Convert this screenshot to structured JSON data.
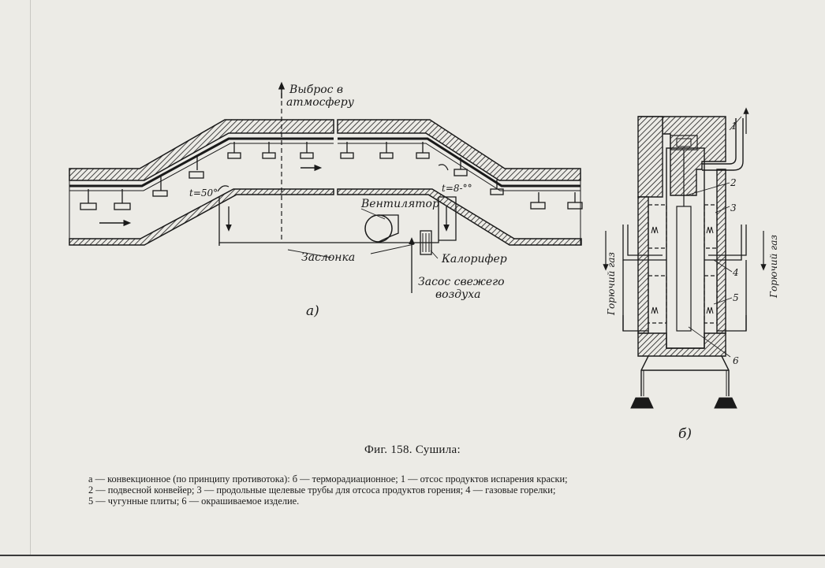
{
  "figure": {
    "title": "Фиг. 158. Сушила:",
    "caption": [
      "а — конвекционное (по принципу противотока): б — терморадиационное; 1 — отсос продуктов испарения краски;",
      "2 — подвесной конвейер;  3 — продольные щелевые трубы для  отсоса  продуктов горения; 4 — газовые горелки;",
      "5 — чугунные плиты; 6 — окрашиваемое изделие."
    ]
  },
  "diagram_a": {
    "label": "а)",
    "exhaust_label": [
      "Выброс в",
      "атмосферу"
    ],
    "temp_left": "t=50°",
    "temp_right": "t=8-°°",
    "fan_label": "Вентилятор",
    "damper_label": "Заслонка",
    "heater_label": "Калорифер",
    "intake_label": [
      "Засос свежего",
      "воздуха"
    ]
  },
  "diagram_b": {
    "label": "б)",
    "gas_left": "Горючий газ",
    "gas_right": "Горючий газ",
    "callouts": [
      "1",
      "2",
      "3",
      "4",
      "5",
      "6"
    ]
  },
  "colors": {
    "ink": "#1a1a1a",
    "paper": "#ecebe6"
  }
}
